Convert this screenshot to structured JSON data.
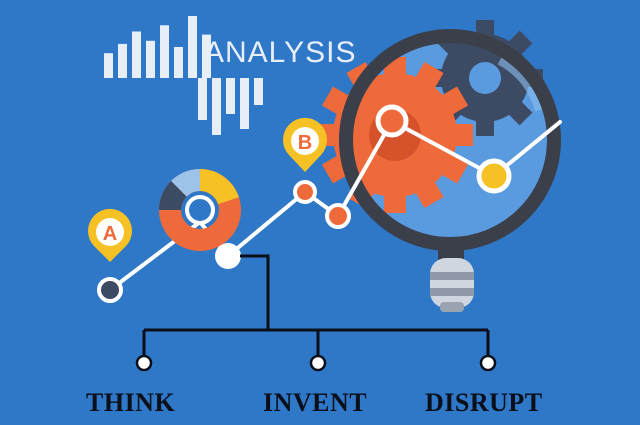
{
  "banner": {
    "title": "ANALYSIS",
    "bars_up": [
      0.4,
      0.55,
      0.75,
      0.6,
      0.85,
      0.5,
      1.0,
      0.7
    ],
    "bars_down": [
      0.7,
      0.95,
      0.6,
      0.85,
      0.45
    ]
  },
  "pins": {
    "a_label": "A",
    "b_label": "B"
  },
  "terms": {
    "think": "THINK",
    "invent": "INVENT",
    "disrupt": "DISRUPT"
  },
  "colors": {
    "background": "#2f78c8",
    "line": "#ffffff",
    "accent_orange": "#ef6a3a",
    "accent_yellow": "#f5c124",
    "dark_gear": "#3d4a64",
    "lens": "#5a9be0",
    "lens_frame": "#3b3f4a"
  },
  "icons": [
    "bar-chart-icon",
    "map-pin-icon",
    "donut-chart-icon",
    "magnifier-icon",
    "gear-icon"
  ]
}
